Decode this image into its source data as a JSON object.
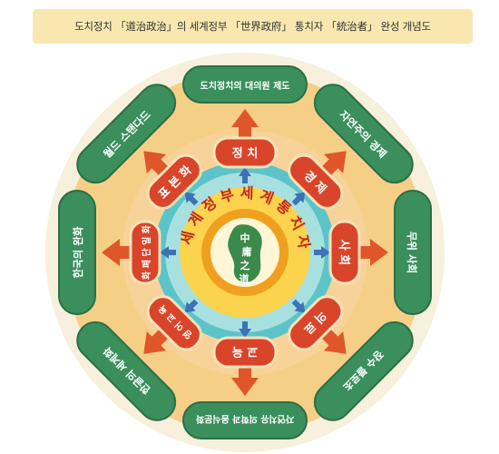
{
  "title": "도치정치 「道治政治」의 세계정부 「世界政府」 통치자 「統治者」 완성 개념도",
  "outer_nodes": [
    "도치정치의 대의원 제도",
    "자연주의 경제",
    "무위 사회",
    "장수 불로초",
    "자연치유 의학과 음식문화",
    "한글의 세계화",
    "한국의 완화",
    "월드 스탠다드"
  ],
  "middle_nodes": [
    "정 치",
    "경 제",
    "사 회",
    "의 료",
    "교 육",
    "영 어 교 육",
    "화 폐 단 일 화",
    "표 본 화"
  ],
  "ring_text": "세 계 정 부 세 계 통 치 자",
  "center_text": [
    "中",
    "庸",
    "之",
    "道"
  ],
  "colors": {
    "outer_ring": "#3a8f5c",
    "outer_fill": "#f6cf87",
    "red_node": "#d9452a",
    "arrow": "#e0562b",
    "blue_arrow": "#3d72b8",
    "teal_ring": "#5cc4c9",
    "yellow_ring": "#fbd34c",
    "orange_ring": "#f0a020",
    "center_green": "#3b8a4a"
  }
}
